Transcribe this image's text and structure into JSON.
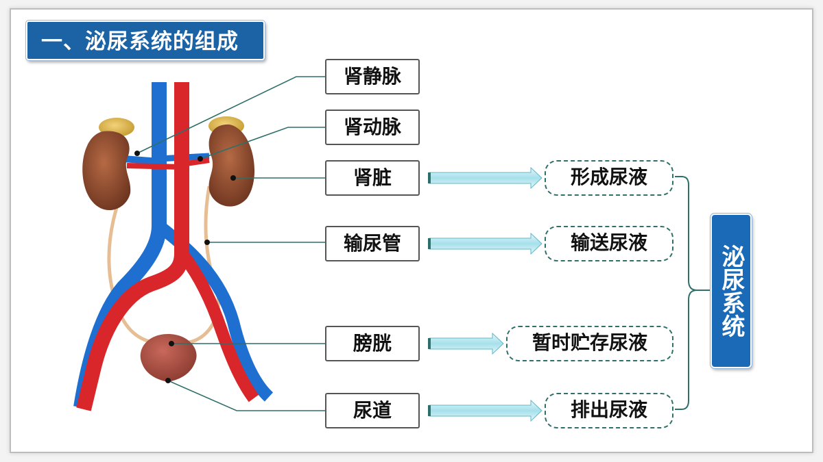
{
  "title": "一、泌尿系统的组成",
  "organs": [
    {
      "label": "肾静脉"
    },
    {
      "label": "肾动脉"
    },
    {
      "label": "肾脏"
    },
    {
      "label": "输尿管"
    },
    {
      "label": "膀胱"
    },
    {
      "label": "尿道"
    }
  ],
  "functions": [
    {
      "label": "形成尿液"
    },
    {
      "label": "输送尿液"
    },
    {
      "label": "暂时贮存尿液"
    },
    {
      "label": "排出尿液"
    }
  ],
  "system": "泌尿系统",
  "colors": {
    "title_bg": "#1c63a6",
    "system_bg": "#1a6ab8",
    "vein": "#1e6fd0",
    "artery": "#d8262b",
    "kidney": "#8a4a2c",
    "adrenal": "#d9b44a",
    "bladder": "#a84a3e",
    "connector": "#2f6f6a",
    "arrow": "#9fdde8"
  }
}
